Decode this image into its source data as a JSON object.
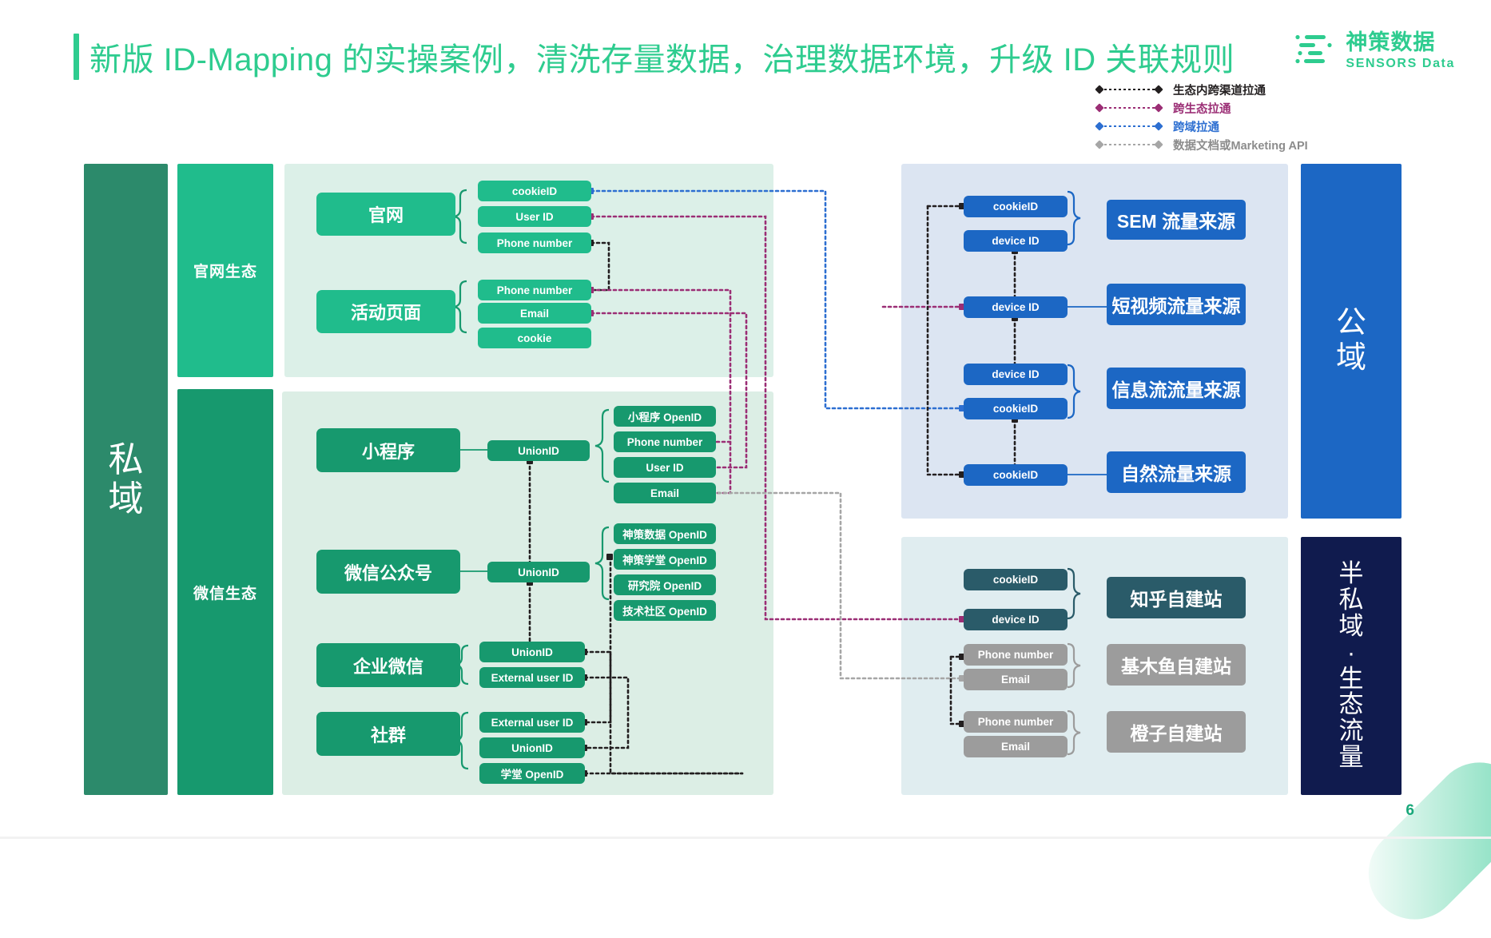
{
  "header": {
    "title": "新版 ID-Mapping 的实操案例，清洗存量数据，治理数据环境，升级 ID 关联规则",
    "logo_cn": "神策数据",
    "logo_en": "SENSORS Data"
  },
  "legend": {
    "items": [
      {
        "label": "生态内跨渠道拉通",
        "color": "#231F20"
      },
      {
        "label": "跨生态拉通",
        "color": "#9B2E75"
      },
      {
        "label": "跨域拉通",
        "color": "#2D6FD1"
      },
      {
        "label": "数据文档或Marketing API",
        "color": "#A6A6A6"
      }
    ]
  },
  "domains": {
    "private": "私域",
    "private_web": "官网生态",
    "private_wechat": "微信生态",
    "public": "公域",
    "semi_private": "半私域·生态流量"
  },
  "web_eco": {
    "sources": [
      {
        "name": "官网",
        "ids": [
          {
            "label": "cookieID",
            "link": "跨域拉通"
          },
          {
            "label": "User ID",
            "link": "跨生态拉通"
          },
          {
            "label": "Phone number",
            "link": "生态内跨渠道拉通"
          }
        ]
      },
      {
        "name": "活动页面",
        "ids": [
          {
            "label": "Phone number",
            "link": "跨生态拉通"
          },
          {
            "label": "Email",
            "link": "跨生态拉通"
          },
          {
            "label": "cookie",
            "link": ""
          }
        ]
      }
    ]
  },
  "wechat_eco": {
    "sources": [
      {
        "name": "小程序",
        "union": "UnionID",
        "ids": [
          {
            "label": "小程序 OpenID"
          },
          {
            "label": "Phone number"
          },
          {
            "label": "User ID"
          },
          {
            "label": "Email"
          }
        ]
      },
      {
        "name": "微信公众号",
        "union": "UnionID",
        "ids": [
          {
            "label": "神策数据 OpenID"
          },
          {
            "label": "神策学堂 OpenID"
          },
          {
            "label": "研究院 OpenID"
          },
          {
            "label": "技术社区 OpenID"
          }
        ]
      },
      {
        "name": "企业微信",
        "union": "",
        "ids": [
          {
            "label": "UnionID"
          },
          {
            "label": "External user ID"
          }
        ]
      },
      {
        "name": "社群",
        "union": "",
        "ids": [
          {
            "label": "External user ID"
          },
          {
            "label": "UnionID"
          },
          {
            "label": "学堂 OpenID"
          }
        ]
      }
    ]
  },
  "public_domain": {
    "channels": [
      {
        "name": "SEM 流量来源",
        "ids": [
          "cookieID",
          "device ID"
        ]
      },
      {
        "name": "短视频流量来源",
        "ids": [
          "device ID"
        ]
      },
      {
        "name": "信息流流量来源",
        "ids": [
          "device ID",
          "cookieID"
        ]
      },
      {
        "name": "自然流量来源",
        "ids": [
          "cookieID"
        ]
      }
    ]
  },
  "semi_private": {
    "channels": [
      {
        "name": "知乎自建站",
        "ids": [
          "cookieID",
          "device ID"
        ],
        "style": "teal"
      },
      {
        "name": "基木鱼自建站",
        "ids": [
          "Phone number",
          "Email"
        ],
        "style": "gray"
      },
      {
        "name": "橙子自建站",
        "ids": [
          "Phone number",
          "Email"
        ],
        "style": "gray"
      }
    ]
  },
  "footer": {
    "page_number": "6"
  }
}
